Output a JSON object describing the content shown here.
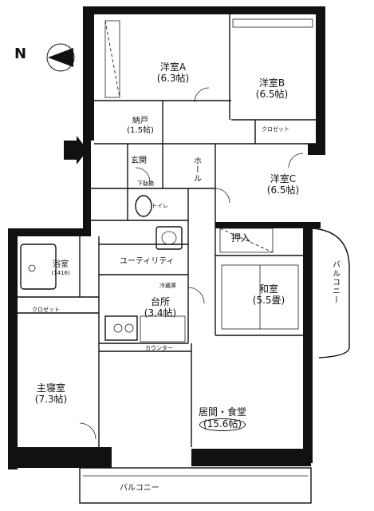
{
  "compass": {
    "label": "N"
  },
  "rooms": {
    "western_a": {
      "name": "洋室A",
      "size": "(6.3帖)"
    },
    "western_b": {
      "name": "洋室B",
      "size": "(6.5帖)"
    },
    "western_c": {
      "name": "洋室C",
      "size": "(6.5帖)"
    },
    "storage": {
      "name": "納戸",
      "size": "(1.5帖)"
    },
    "japanese": {
      "name": "和室",
      "size": "(5.5畳)"
    },
    "master": {
      "name": "主寝室",
      "size": "(7.3帖)"
    },
    "living": {
      "name": "居間・食堂",
      "size": "(15.6帖)"
    },
    "kitchen": {
      "name": "台所",
      "size": "(3.4帖)"
    },
    "bath": {
      "name": "浴室",
      "size": "(1416)"
    }
  },
  "labels": {
    "entrance": "玄関",
    "hall": "ホール",
    "toilet": "トイレ",
    "utility": "ユーティリティ",
    "oshiire": "押入",
    "closet": "クロゼット",
    "closet_b": "クロゼット",
    "shoebox": "下駄箱",
    "counter": "カウンター",
    "balcony_side": "バルコニー",
    "balcony_bottom": "バルコニー",
    "pantry": "冷蔵庫"
  }
}
